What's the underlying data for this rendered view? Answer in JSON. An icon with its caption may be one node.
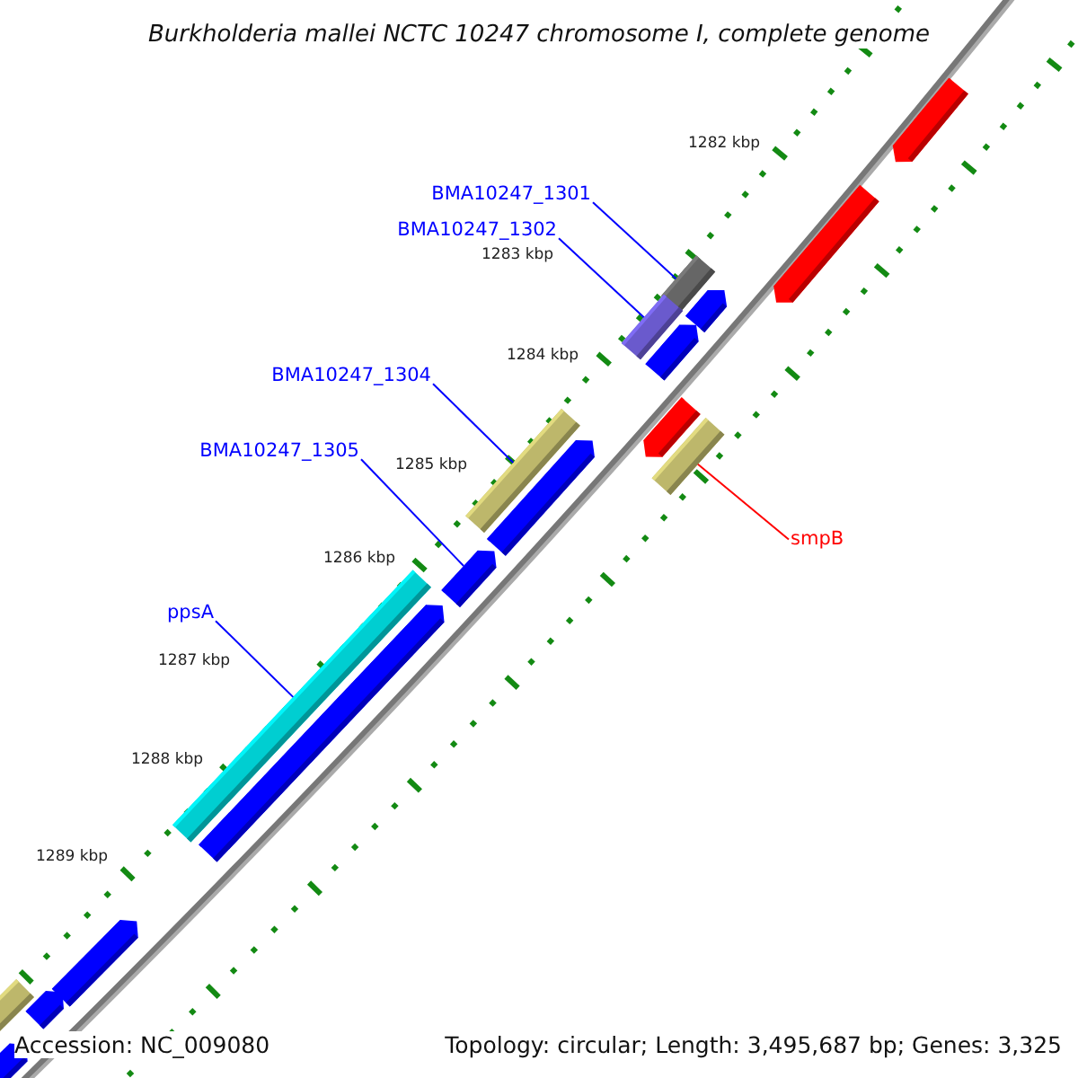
{
  "diagram": {
    "title": "Burkholderia mallei NCTC 10247 chromosome I, complete genome",
    "nodes": [
      {
        "text": [
          "BMA10247_1301"
        ]
      },
      {
        "text": [
          "BMA10247_1302"
        ]
      },
      {
        "text": [
          "BMA10247_1304"
        ]
      },
      {
        "text": [
          "BMA10247_1305"
        ]
      },
      {
        "text": [
          "ppsA"
        ]
      },
      {
        "text": [
          "smpB"
        ]
      },
      {
        "text": [],
        "shape": "bar"
      },
      {
        "text": [],
        "shape": "bar"
      },
      {
        "text": [],
        "shape": "bar"
      },
      {
        "text": [],
        "shape": "bar"
      },
      {
        "text": [],
        "shape": "bar"
      },
      {
        "text": [],
        "shape": "bar"
      }
    ],
    "edges": [
      {
        "from": 0,
        "to": 6,
        "arrow": "none"
      },
      {
        "from": 1,
        "to": 7,
        "arrow": "none"
      },
      {
        "from": 2,
        "to": 8,
        "arrow": "none"
      },
      {
        "from": 3,
        "to": 9,
        "arrow": "none"
      },
      {
        "from": 4,
        "to": 10,
        "arrow": "none"
      },
      {
        "from": 5,
        "to": 11,
        "arrow": "none",
        "color": "#ff0000"
      }
    ],
    "labels": [
      "1282 kbp",
      "1283 kbp",
      "1284 kbp",
      "1285 kbp",
      "1286 kbp",
      "1287 kbp",
      "1288 kbp",
      "1289 kbp",
      "Accession: NC_009080",
      "Topology: circular; Length: 3,495,687 bp; Genes: 3,325"
    ]
  }
}
